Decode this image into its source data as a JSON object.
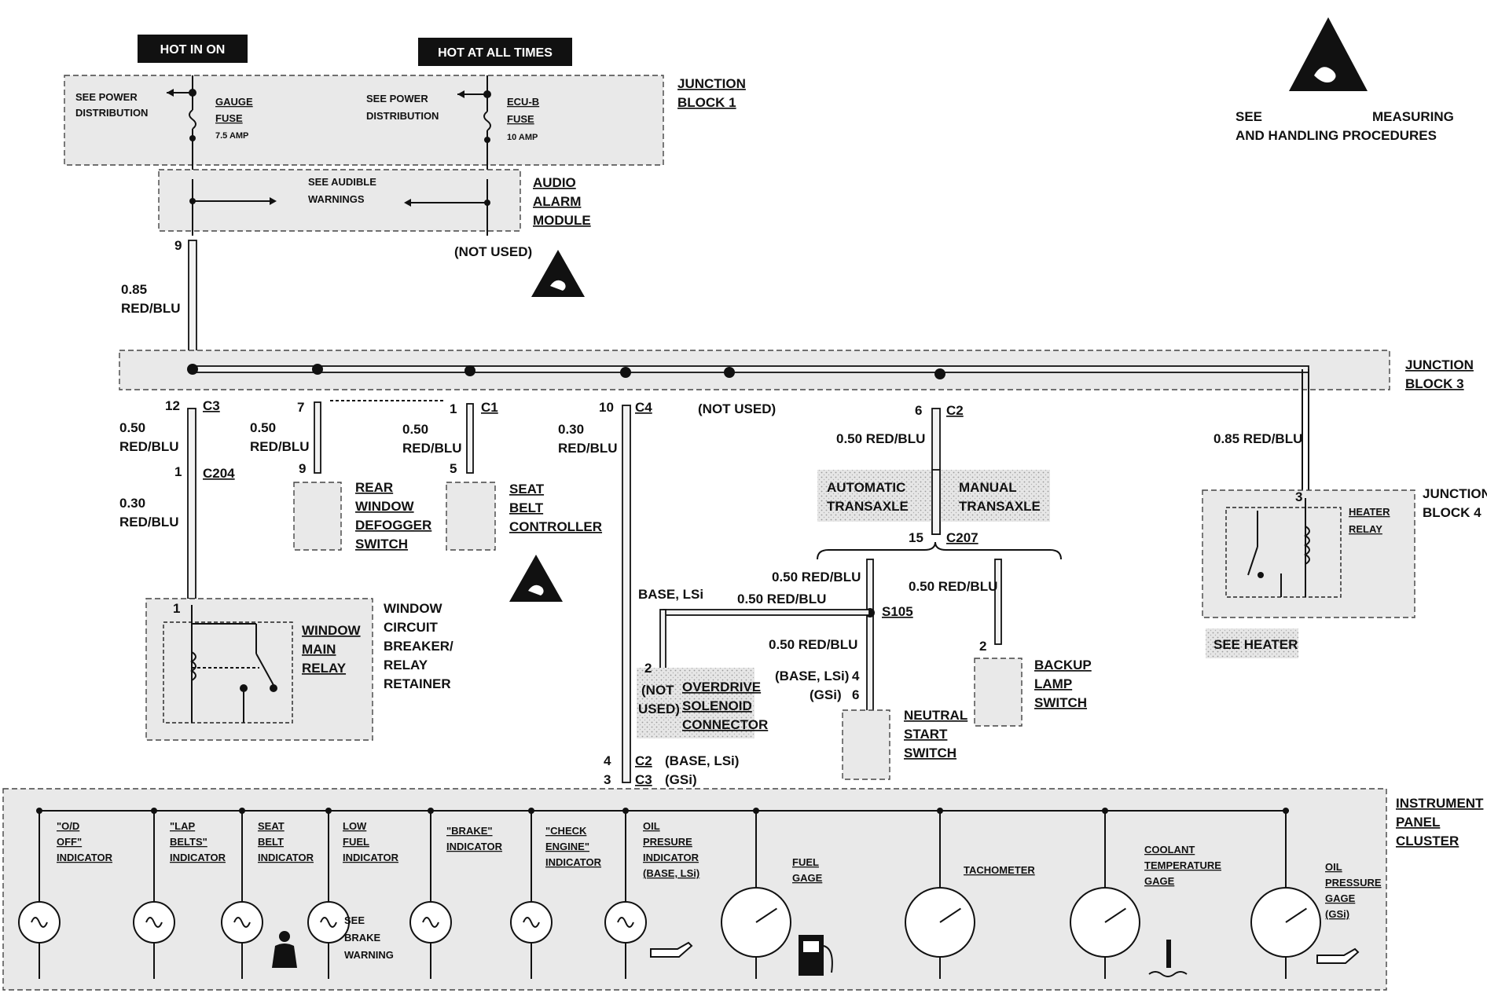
{
  "header": {
    "hot_in_on": "HOT IN ON",
    "hot_at_all_times": "HOT AT ALL TIMES"
  },
  "esd_note": {
    "see": "SEE",
    "measuring": "MEASURING",
    "procedures": "AND HANDLING PROCEDURES"
  },
  "junction_block_1": {
    "title": [
      "JUNCTION",
      "BLOCK 1"
    ],
    "left_ref": [
      "SEE POWER",
      "DISTRIBUTION"
    ],
    "right_ref": [
      "SEE POWER",
      "DISTRIBUTION"
    ],
    "gauge_fuse": [
      "GAUGE",
      "FUSE",
      "7.5 AMP"
    ],
    "ecub_fuse": [
      "ECU-B",
      "FUSE",
      "10 AMP"
    ]
  },
  "audio_alarm_module": {
    "title": [
      "AUDIO",
      "ALARM",
      "MODULE"
    ],
    "ref": [
      "SEE AUDIBLE",
      "WARNINGS"
    ],
    "pin": "9",
    "not_used": "(NOT USED)"
  },
  "feed_wire": [
    "0.85",
    "RED/BLU"
  ],
  "junction_block_3": {
    "title": [
      "JUNCTION",
      "BLOCK 3"
    ],
    "not_used": "(NOT USED)"
  },
  "branches": {
    "c3": {
      "pin": "12",
      "conn": "C3",
      "wire": [
        "0.50",
        "RED/BLU"
      ]
    },
    "c204": {
      "pin": "1",
      "conn": "C204",
      "wire": [
        "0.30",
        "RED/BLU"
      ]
    },
    "rear_window": {
      "pin_top": "7",
      "pin_bottom": "9",
      "wire": [
        "0.50",
        "RED/BLU"
      ],
      "title": [
        "REAR",
        "WINDOW",
        "DEFOGGER",
        "SWITCH"
      ]
    },
    "seat_belt": {
      "pin_top": "1",
      "conn": "C1",
      "pin_bottom": "5",
      "wire": [
        "0.50",
        "RED/BLU"
      ],
      "title": [
        "SEAT",
        "BELT",
        "CONTROLLER"
      ]
    },
    "c4": {
      "pin": "10",
      "conn": "C4",
      "wire": [
        "0.30",
        "RED/BLU"
      ]
    },
    "c2": {
      "pin": "6",
      "conn": "C2",
      "wire": "0.50 RED/BLU"
    },
    "heater_feed": "0.85 RED/BLU"
  },
  "transaxle": {
    "automatic": [
      "AUTOMATIC",
      "TRANSAXLE"
    ],
    "manual": [
      "MANUAL",
      "TRANSAXLE"
    ],
    "c207_pin": "15",
    "c207": "C207",
    "left_wire": "0.50 RED/BLU",
    "right_wire": "0.50 RED/BLU",
    "splice": "S105",
    "base_lsi": "BASE, LSi",
    "splice_wire": "0.50 RED/BLU",
    "neutral_wire": "0.50 RED/BLU",
    "neutral_pins": [
      "(BASE, LSi)",
      "4",
      "(GSi)",
      "6"
    ],
    "neutral_title": [
      "NEUTRAL",
      "START",
      "SWITCH"
    ],
    "backup_pin": "2",
    "backup_title": [
      "BACKUP",
      "LAMP",
      "SWITCH"
    ],
    "overdrive_pin": "2",
    "overdrive_not_used": [
      "(NOT",
      "USED)"
    ],
    "overdrive_title": [
      "OVERDRIVE",
      "SOLENOID",
      "CONNECTOR"
    ]
  },
  "window_relay": {
    "pin": "1",
    "inner": [
      "WINDOW",
      "MAIN",
      "RELAY"
    ],
    "title": [
      "WINDOW",
      "CIRCUIT",
      "BREAKER/",
      "RELAY",
      "RETAINER"
    ]
  },
  "junction_block_4": {
    "title": [
      "JUNCTION",
      "BLOCK 4"
    ],
    "pin": "3",
    "relay": [
      "HEATER",
      "RELAY"
    ],
    "see_heater": "SEE HEATER"
  },
  "cluster_entry": {
    "c2_pin": "4",
    "c2": "C2",
    "c2_note": "(BASE, LSi)",
    "c3_pin": "3",
    "c3": "C3",
    "c3_note": "(GSi)"
  },
  "instrument_panel": {
    "title": [
      "INSTRUMENT",
      "PANEL",
      "CLUSTER"
    ],
    "items": [
      [
        "\"O/D",
        "OFF\"",
        "INDICATOR"
      ],
      [
        "\"LAP",
        "BELTS\"",
        "INDICATOR"
      ],
      [
        "SEAT",
        "BELT",
        "INDICATOR"
      ],
      [
        "LOW",
        "FUEL",
        "INDICATOR"
      ],
      [
        "\"BRAKE\"",
        "INDICATOR"
      ],
      [
        "\"CHECK",
        "ENGINE\"",
        "INDICATOR"
      ],
      [
        "OIL",
        "PRESURE",
        "INDICATOR",
        "(BASE, LSi)"
      ],
      [
        "FUEL",
        "GAGE"
      ],
      [
        "TACHOMETER"
      ],
      [
        "COOLANT",
        "TEMPERATURE",
        "GAGE"
      ],
      [
        "OIL",
        "PRESSURE",
        "GAGE",
        "(GSi)"
      ]
    ],
    "brake_ref": [
      "SEE",
      "BRAKE",
      "WARNING"
    ]
  },
  "colors": {
    "box_fill": "#e9e9e9",
    "ink": "#111111"
  }
}
